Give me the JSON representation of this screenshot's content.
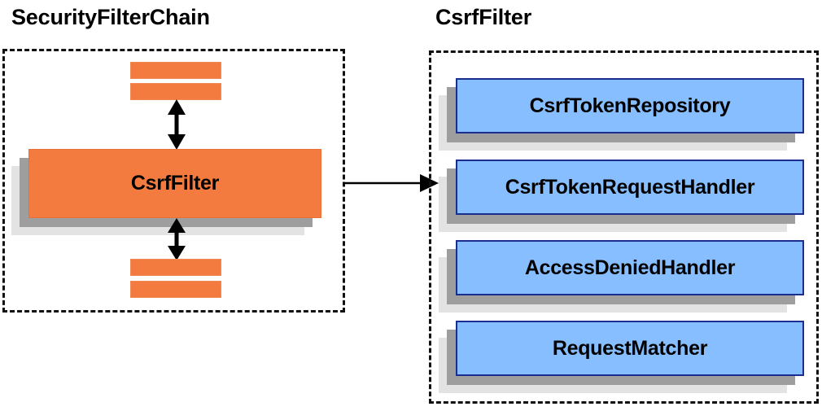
{
  "diagram": {
    "title_left": "SecurityFilterChain",
    "title_right": "CsrfFilter",
    "colors": {
      "orange_fill": "#f47b3f",
      "blue_fill": "#87beff",
      "blue_border": "#1b2d8f",
      "shadow_mid": "#9e9e9e",
      "shadow_back": "#e3e3e3",
      "stroke": "#000000",
      "background": "#ffffff"
    }
  },
  "security_filter_chain": {
    "panel_label": "SecurityFilterChain",
    "top_bars": [
      {
        "name": "filter-bar-top-1"
      },
      {
        "name": "filter-bar-top-2"
      }
    ],
    "main_node": {
      "label": "CsrfFilter"
    },
    "bottom_bars": [
      {
        "name": "filter-bar-bottom-1"
      },
      {
        "name": "filter-bar-bottom-2"
      }
    ],
    "connectors": [
      {
        "name": "double-arrow-above-csrffilter",
        "style": "double-headed-vertical"
      },
      {
        "name": "double-arrow-below-csrffilter",
        "style": "double-headed-vertical"
      }
    ]
  },
  "csrf_filter": {
    "panel_label": "CsrfFilter",
    "collaborators": [
      {
        "label": "CsrfTokenRepository"
      },
      {
        "label": "CsrfTokenRequestHandler"
      },
      {
        "label": "AccessDeniedHandler"
      },
      {
        "label": "RequestMatcher"
      }
    ]
  },
  "cross_link": {
    "name": "csrffilter-to-csrffilter-detail",
    "style": "single-headed-horizontal"
  }
}
